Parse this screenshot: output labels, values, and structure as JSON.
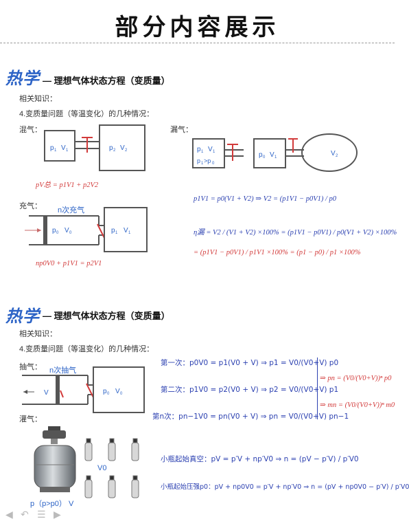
{
  "page_title": "部分内容展示",
  "sections": [
    {
      "logo": "热学",
      "title": "— 理想气体状态方程（变质量）",
      "intro": "相关知识：",
      "subtitle": "4.变质量问题（等温变化）的几种情况：",
      "mix_label": "混气：",
      "leak_label": "漏气：",
      "fill_label": "充气：",
      "mix_eq": "pV总 = p1V1 + p2V2",
      "fill_eq": "np0V0 + p1V1 = p2V1",
      "leak_eq1": "p1V1 = p0(V1 + V2) ⇒ V2 = (p1V1 − p0V1) / p0",
      "leak_eq2": "η漏 = V2 / (V1 + V2) ×100% = (p1V1 − p0V1) / p0(V1 + V2) ×100%",
      "leak_eq3": "= (p1V1 − p0V1) / p1V1 ×100% = (p1 − p0) / p1 ×100%",
      "fill_caption": "n次充气"
    },
    {
      "logo": "热学",
      "title": "— 理想气体状态方程（变质量）",
      "intro": "相关知识：",
      "subtitle": "4.变质量问题（等温变化）的几种情况：",
      "draw_label": "抽气：",
      "pour_label": "灌气：",
      "draw_caption": "n次抽气",
      "first": "第一次：p0V0 = p1(V0 + V) ⇒ p1 = V0/(V0+V) p0",
      "second": "第二次：p1V0 = p2(V0 + V) ⇒ p2 = V0/(V0+V) p1",
      "nth": "第n次：pn−1V0 = pn(V0 + V) ⇒ pn = V0/(V0+V) pn−1",
      "result_p": "⇒ pn = (V0/(V0+V))ⁿ p0",
      "result_m": "⇒ mn = (V0/(V0+V))ⁿ m0",
      "vacuum": "小瓶起始真空：pV = p′V + np′V0 ⇒ n = (pV − p′V) / p′V0",
      "pressure": "小瓶起始压强p0：pV + np0V0 = p′V + np′V0 ⇒ n = (pV + np0V0 − p′V) / p′V0",
      "tank_caption": "p（p>p0） V",
      "bottle_caption": "V0"
    }
  ],
  "labels": {
    "p1": "p1",
    "V1": "V1",
    "p2": "p2",
    "V2": "V2",
    "p0": "p0",
    "V0": "V0",
    "V": "V",
    "p1gtp0": "p1>p0"
  },
  "colors": {
    "accent_blue": "#2c63c6",
    "red": "#d23a3a",
    "eq_blue": "#2a3fb0",
    "box": "#555555"
  }
}
